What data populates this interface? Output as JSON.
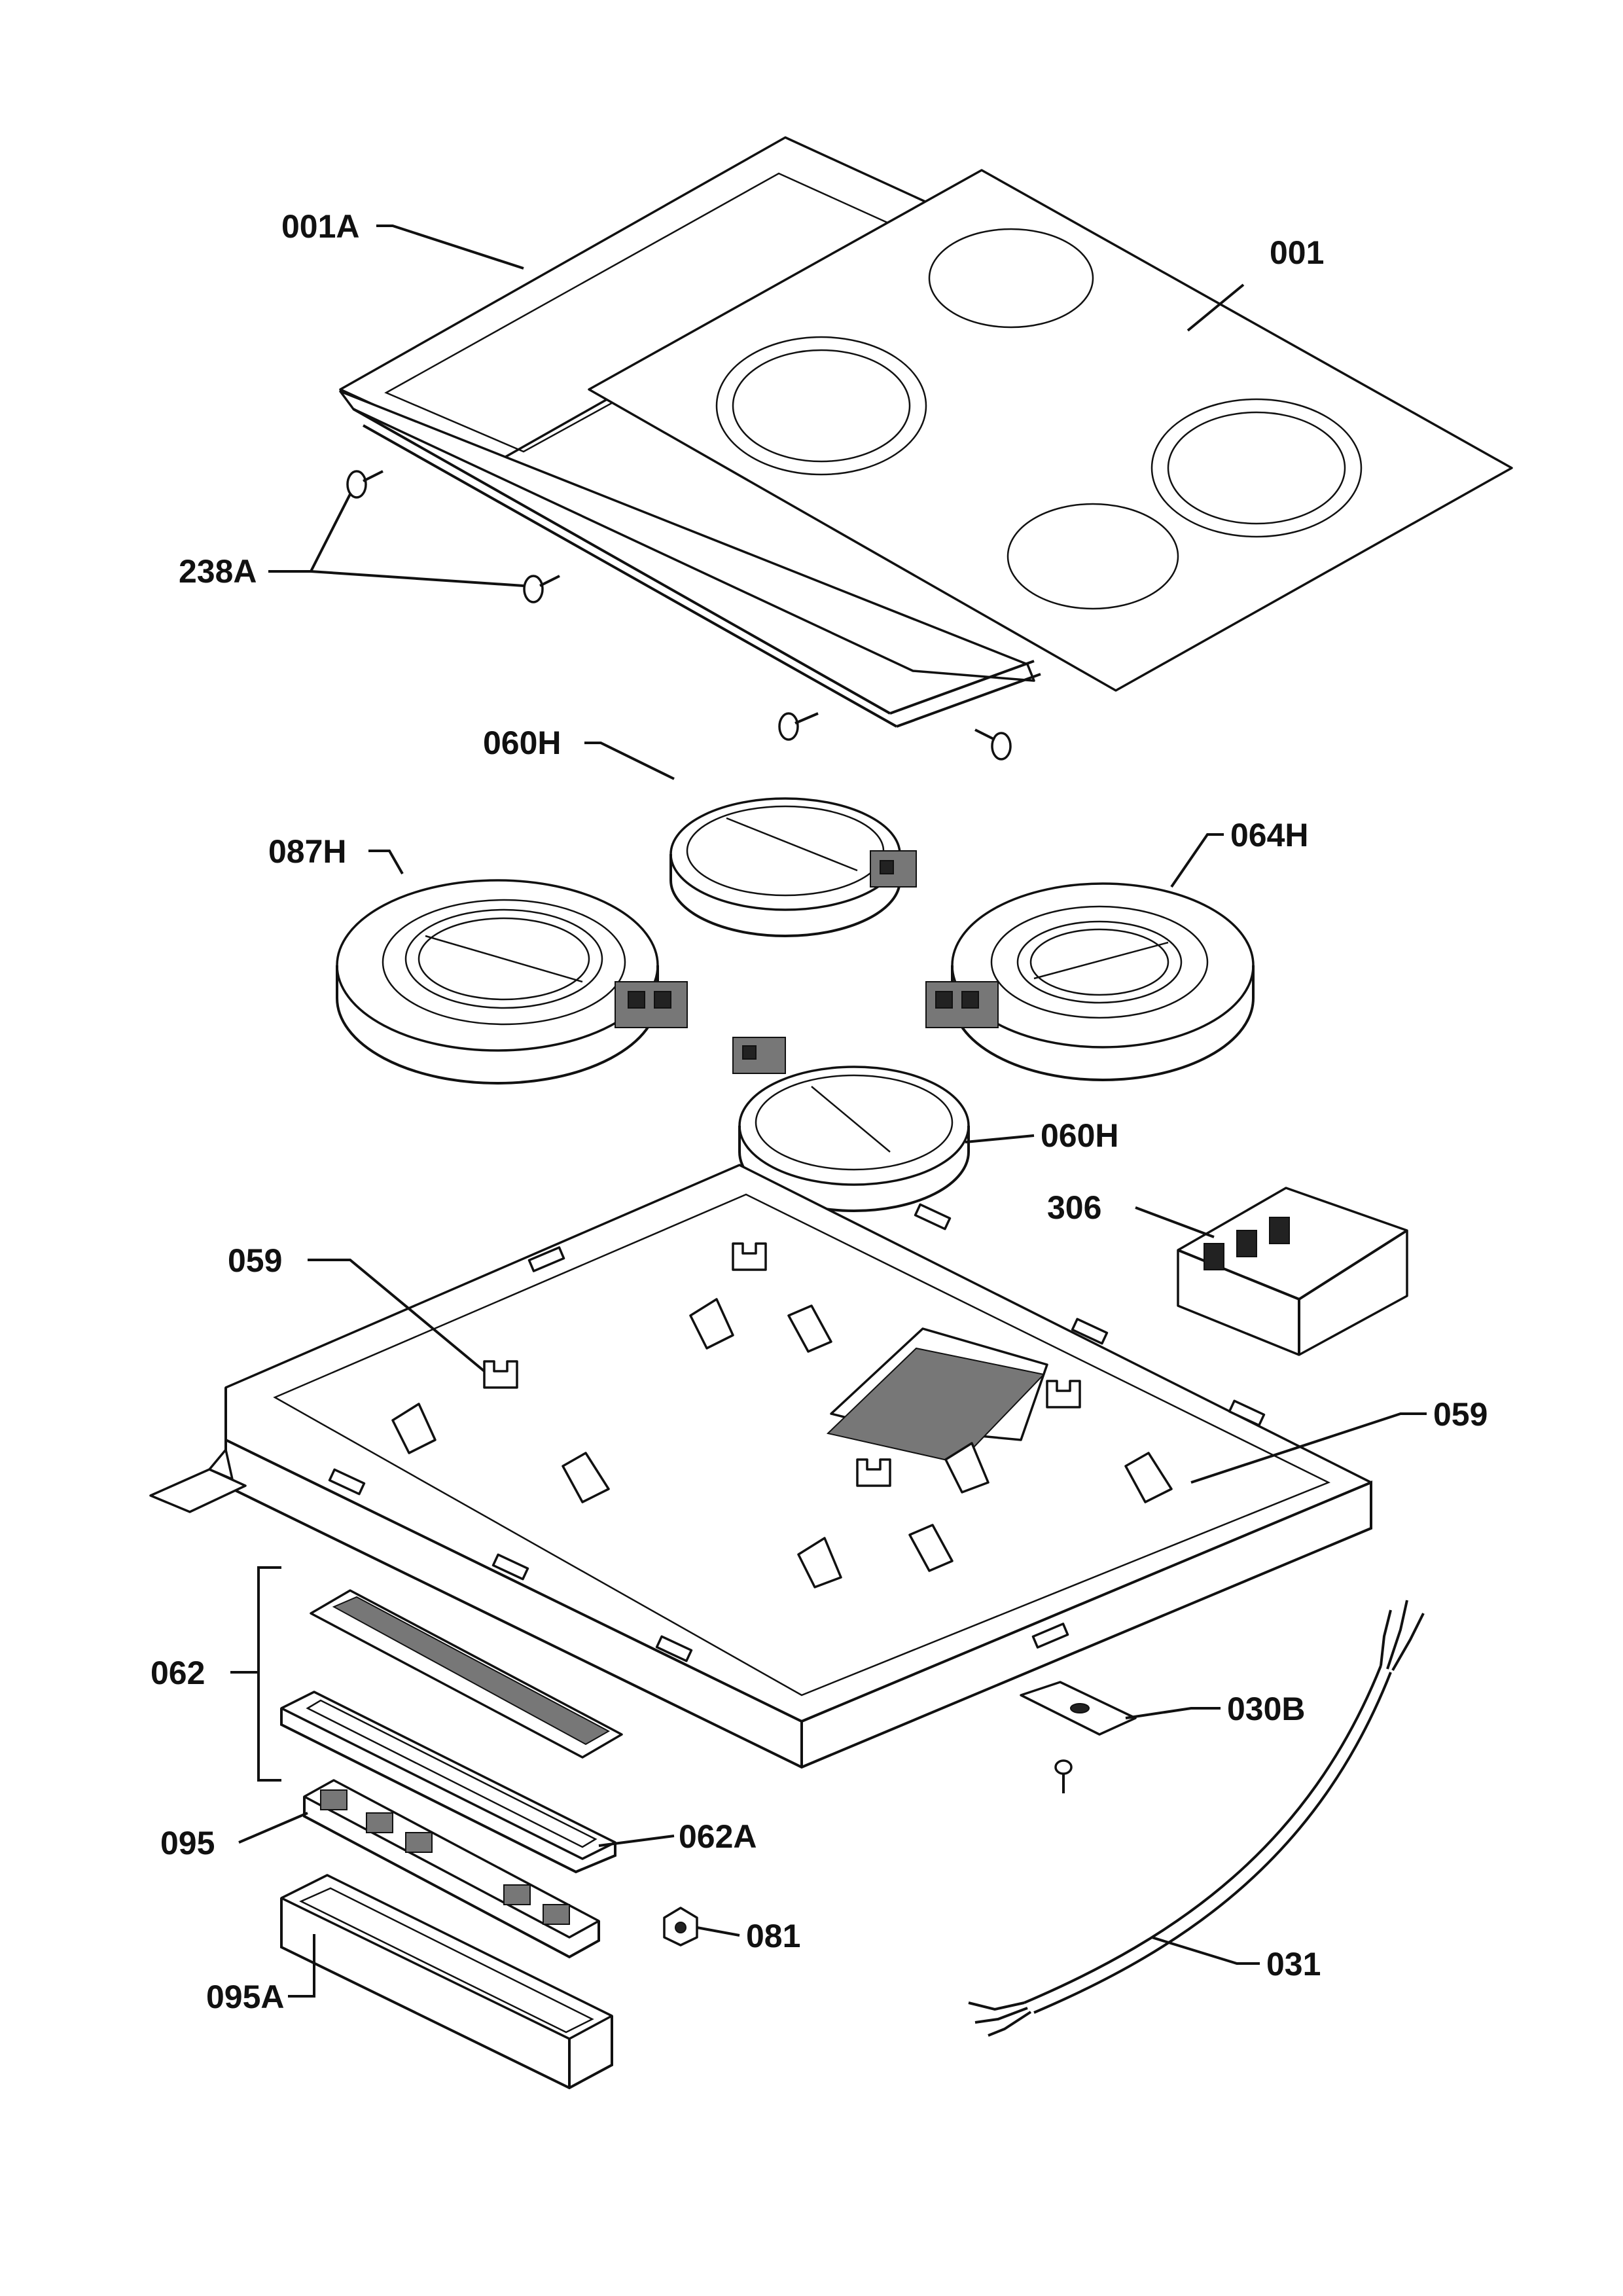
{
  "callouts": {
    "c001A": "001A",
    "c001": "001",
    "c238A": "238A",
    "c060H_top": "060H",
    "c087H": "087H",
    "c064H": "064H",
    "c060H_bottom": "060H",
    "c306": "306",
    "c059_left": "059",
    "c059_right": "059",
    "c062": "062",
    "c030B": "030B",
    "c062A": "062A",
    "c095": "095",
    "c081": "081",
    "c095A": "095A",
    "c031": "031"
  },
  "colors": {
    "ink": "#111111",
    "background": "#ffffff"
  }
}
